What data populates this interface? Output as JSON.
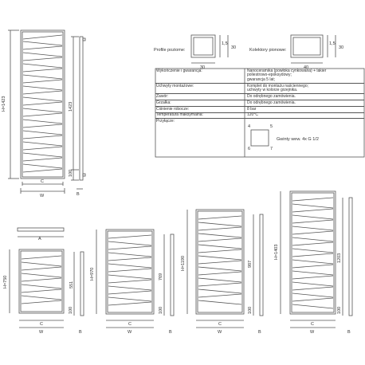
{
  "profiles": {
    "horizontal_label": "Profile poziome:",
    "horizontal_width": "30",
    "horizontal_depth": "30",
    "horizontal_wall": "1,5",
    "vertical_label": "Kolektory pionowe:",
    "vertical_width": "40",
    "vertical_depth": "30",
    "vertical_wall": "1,5"
  },
  "specs": [
    {
      "key": "Wykończenie i gwarancja:",
      "value": "Nanoceramika (powłoka cynkowana) + lakier\npoliestrowo-epoksydowy;\ngwarancja 5 lat;"
    },
    {
      "key": "Uchwyty montażowe:",
      "value": "Komplet do montażu naściennego;\nuchwyty w kolorze grzejnika."
    },
    {
      "key": "Zawór:",
      "value": "Do odrębnego zamówienia."
    },
    {
      "key": "Grzałka:",
      "value": "Do odrębnego zamówienia."
    },
    {
      "key": "Ciśnienie robocze:",
      "value": "8 bar"
    },
    {
      "key": "Temperatura maksymalna:",
      "value": "120°C"
    },
    {
      "key": "Przyłącze:",
      "value": ""
    }
  ],
  "connection": {
    "n1": "4",
    "n2": "5",
    "n3": "6",
    "n4": "7",
    "thread": "Gwinty wew. 4x G 1/2"
  },
  "dim_labels": {
    "C": "C",
    "W": "W",
    "B": "B",
    "A": "A",
    "d100": "100",
    "big_h": "H=1423",
    "big_c": "1423",
    "h750": "H=750",
    "c750": "551",
    "h970": "H=970",
    "c970": "769",
    "h1190": "H=1190",
    "c1190": "987",
    "h1403": "H=1403",
    "c1403": "1203"
  }
}
